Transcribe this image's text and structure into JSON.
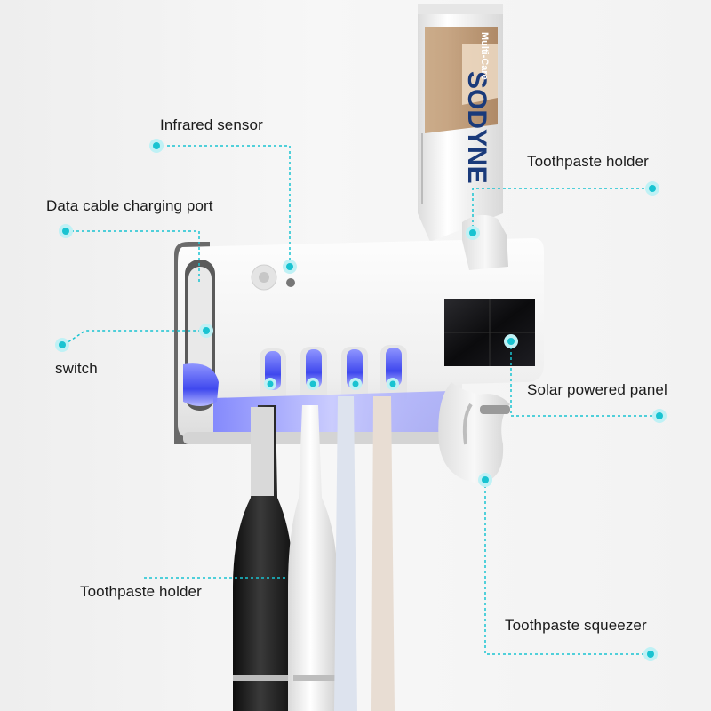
{
  "product": {
    "toothpaste_brand": "SODYNE",
    "toothpaste_variant": "Multi-Care"
  },
  "callouts": {
    "infrared_sensor": "Infrared sensor",
    "data_cable_port": "Data cable charging port",
    "switch": "switch",
    "toothpaste_holder_top": "Toothpaste holder",
    "solar_panel": "Solar powered panel",
    "toothpaste_holder_bottom": "Toothpaste holder",
    "toothpaste_squeezer": "Toothpaste squeezer"
  },
  "colors": {
    "accent": "#19c3d1",
    "uv_glow": "#4a55f5"
  }
}
